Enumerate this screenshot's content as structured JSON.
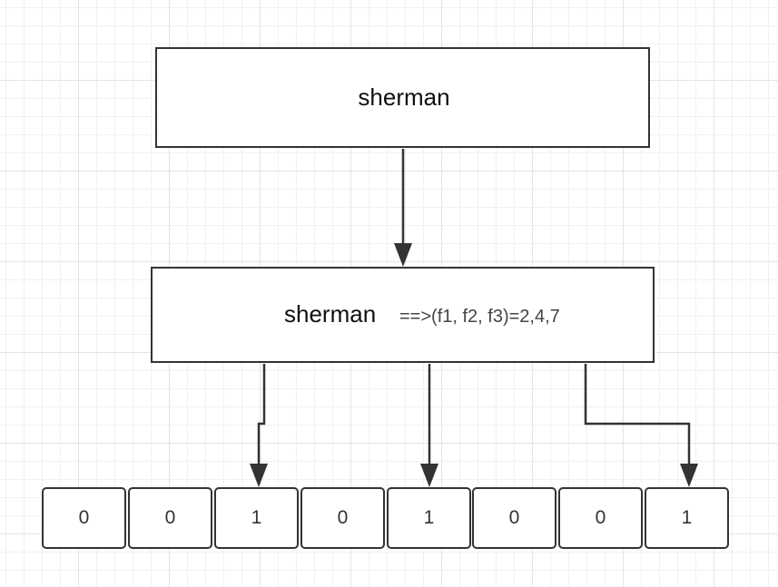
{
  "element_box": {
    "label": "sherman"
  },
  "hash_box": {
    "label": "sherman",
    "formula": "==>(f1, f2, f3)=2,4,7"
  },
  "bit_array": {
    "cells": [
      "0",
      "0",
      "1",
      "0",
      "1",
      "0",
      "0",
      "1"
    ]
  },
  "colors": {
    "stroke": "#333333",
    "grid": "#e4e4e4",
    "text": "#111111"
  }
}
